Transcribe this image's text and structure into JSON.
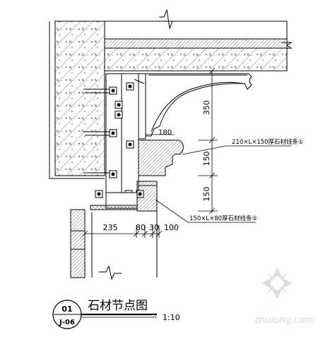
{
  "drawing": {
    "title": "石材节点图",
    "scale": "1:10",
    "detail_number": "01",
    "sheet_ref": "J-06"
  },
  "dimensions": {
    "vertical": [
      "350",
      "150",
      "150"
    ],
    "horizontal": [
      "235",
      "80",
      "30",
      "100"
    ],
    "small": "180"
  },
  "callouts": [
    "210×L×150厚石材线条①",
    "150×L×80厚石材线条②"
  ],
  "watermark": {
    "text": "zhulong.com"
  },
  "colors": {
    "line": "#000000",
    "hatch": "#333333",
    "watermark": "#c8c8c8"
  }
}
